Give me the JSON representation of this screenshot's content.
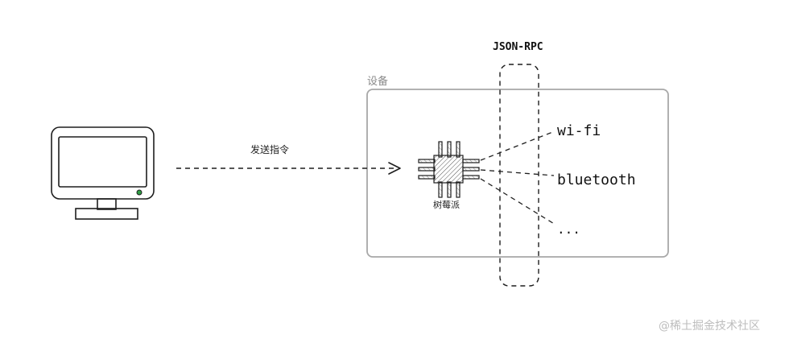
{
  "diagram": {
    "protocol_label": "JSON-RPC",
    "device_label": "设备",
    "command_label": "发送指令",
    "chip_label": "树莓派",
    "targets": [
      "wi-fi",
      "bluetooth",
      "..."
    ],
    "watermark": "@稀土掘金技术社区"
  },
  "colors": {
    "stroke": "#1e1e1e",
    "device_border": "#a8a8a8",
    "device_label": "#8a8a8a",
    "screen_led": "#2f9e44",
    "watermark": "#bdbdbd"
  }
}
